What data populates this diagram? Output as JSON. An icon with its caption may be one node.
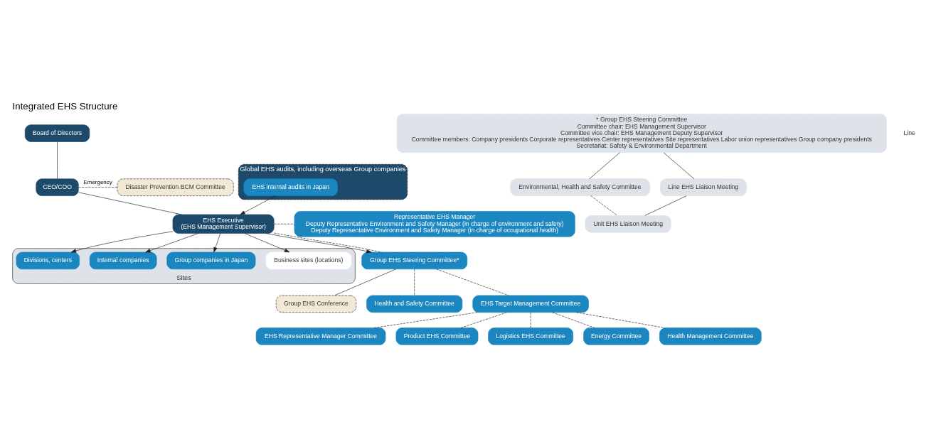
{
  "diagram": {
    "title": "Integrated EHS Structure",
    "nodes": [
      {
        "text": [
          "Board of Directors"
        ]
      },
      {
        "text": [
          "CEO/COO"
        ]
      },
      {
        "text": [
          "Disaster Prevention BCM Committee"
        ]
      },
      {
        "text": [
          "Global EHS audits, including overseas Group companies"
        ]
      },
      {
        "text": [
          "EHS internal audits in Japan"
        ],
        "in": 3
      },
      {
        "text": [
          "EHS Executive",
          "(EHS Management Supervisor)"
        ]
      },
      {
        "text": [
          "Representative EHS Manager",
          "Deputy Representative Environment and Safety Manager (in charge of environment and safety)",
          "Deputy Representative Environment and Safety Manager (in charge of occupational health)"
        ]
      },
      {
        "text": [
          "Sites"
        ]
      },
      {
        "text": [
          "Divisions, centers"
        ],
        "in": 7
      },
      {
        "text": [
          "Internal companies"
        ],
        "in": 7
      },
      {
        "text": [
          "Group companies in Japan"
        ],
        "in": 7
      },
      {
        "text": [
          "Business sites (locations)"
        ],
        "in": 7
      },
      {
        "text": [
          "Group EHS Steering Committee*"
        ]
      },
      {
        "text": [
          "Group EHS Conference"
        ]
      },
      {
        "text": [
          "Health and Safety Committee"
        ]
      },
      {
        "text": [
          "EHS Target Management Committee"
        ]
      },
      {
        "text": [
          "EHS Representative Manager Committee"
        ]
      },
      {
        "text": [
          "Product EHS Committee"
        ]
      },
      {
        "text": [
          "Logistics EHS Committee"
        ]
      },
      {
        "text": [
          "Energy Committee"
        ]
      },
      {
        "text": [
          "Health Management Committee"
        ]
      },
      {
        "text": [
          "* Group EHS Steering Committee",
          "Committee chair: EHS Management Supervisor",
          "Committee vice chair: EHS Management Deputy Supervisor",
          "Committee members: Company presidents Corporate representatives Center representatives Site representatives Labor union representatives Group company presidents",
          "Secretariat: Safety & Environmental Department"
        ]
      },
      {
        "text": [
          "Environmental, Health and Safety Committee"
        ]
      },
      {
        "text": [
          "Line EHS Liaison Meeting"
        ]
      },
      {
        "text": [
          "Unit EHS Liaison Meeting"
        ]
      }
    ],
    "edges": [
      {
        "from": 0,
        "to": 1,
        "arrow": "none"
      },
      {
        "from": 1,
        "to": 5,
        "arrow": "none"
      },
      {
        "from": 1,
        "to": 2,
        "arrow": "none",
        "label": "Emergency",
        "style": "dashed"
      },
      {
        "from": 4,
        "to": 5,
        "arrow": "to"
      },
      {
        "from": 5,
        "to": 6,
        "arrow": "none",
        "style": "dashed"
      },
      {
        "from": 5,
        "to": 8,
        "arrow": "to"
      },
      {
        "from": 5,
        "to": 9,
        "arrow": "to"
      },
      {
        "from": 5,
        "to": 10,
        "arrow": "to"
      },
      {
        "from": 5,
        "to": 12,
        "arrow": "to"
      },
      {
        "from": 5,
        "to": 11,
        "arrow": "to"
      },
      {
        "from": 5,
        "to": 12,
        "arrow": "none",
        "style": "dashed"
      },
      {
        "from": 12,
        "to": 13,
        "arrow": "none"
      },
      {
        "from": 12,
        "to": 14,
        "arrow": "none",
        "style": "dashed"
      },
      {
        "from": 12,
        "to": 15,
        "arrow": "none",
        "style": "dashed"
      },
      {
        "from": 15,
        "to": 16,
        "arrow": "none",
        "style": "dashed"
      },
      {
        "from": 15,
        "to": 17,
        "arrow": "none",
        "style": "dashed"
      },
      {
        "from": 15,
        "to": 18,
        "arrow": "none",
        "style": "dashed"
      },
      {
        "from": 15,
        "to": 19,
        "arrow": "none",
        "style": "dashed"
      },
      {
        "from": 15,
        "to": 20,
        "arrow": "none",
        "style": "dashed"
      },
      {
        "from": 21,
        "to": 22,
        "arrow": "none"
      },
      {
        "from": 21,
        "to": 23,
        "arrow": "none"
      },
      {
        "from": 23,
        "to": 24,
        "arrow": "none"
      },
      {
        "from": 22,
        "to": 24,
        "arrow": "none",
        "style": "dashed"
      }
    ],
    "labels": [
      "Line"
    ]
  }
}
